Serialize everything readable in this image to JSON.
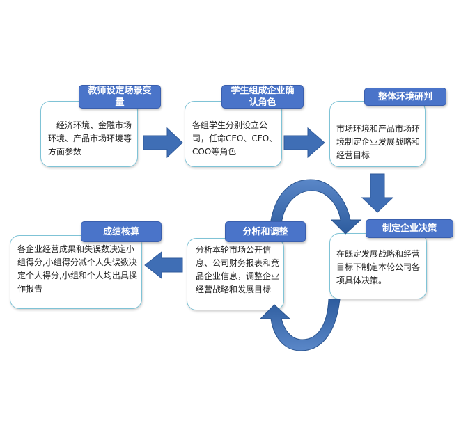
{
  "steps": [
    {
      "title": "教师设定场景变量",
      "text": "　经济环境、金融市场环境、产品市场环境等方面参数"
    },
    {
      "title": "学生组成企业确认角色",
      "text": "各组学生分别设立公司，任命CEO、CFO、COO等角色"
    },
    {
      "title": "整体环境研判",
      "text": "市场环境和产品市场环境制定企业发展战略和经营目标"
    },
    {
      "title": "制定企业决策",
      "text": "在既定发展战略和经营目标下制定本轮公司各项具体决策。"
    },
    {
      "title": "分析和调整",
      "text": "分析本轮市场公开信息、公司财务报表和竞品企业信息，调整企业经营战略和发展目标"
    },
    {
      "title": "成绩核算",
      "text": "各企业经营成果和失误数决定小组得分,小组得分减个人失误数决定个人得分,小组和个人均出具操作报告"
    }
  ],
  "colors": {
    "label": "#4a74c9",
    "box_border": "#7fc3d6",
    "arrow": "#3f6eb5"
  }
}
